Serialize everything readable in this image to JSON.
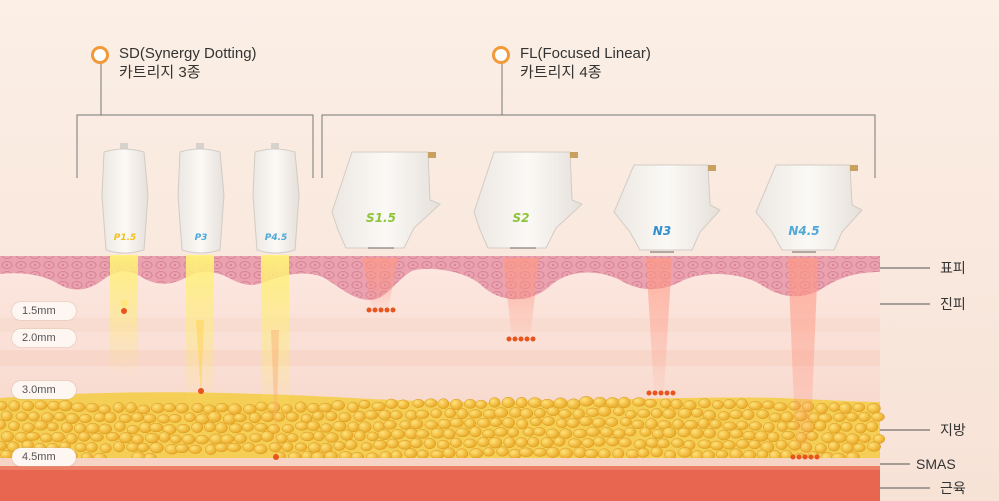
{
  "headers": [
    {
      "title": "SD(Synergy Dotting)",
      "subtitle": "카트리지 3종"
    },
    {
      "title": "FL(Focused Linear)",
      "subtitle": "카트리지 4종"
    }
  ],
  "sd_cartridges": [
    {
      "label": "P1.5",
      "color": "#f2c21a"
    },
    {
      "label": "P3",
      "color": "#4fa8d8"
    },
    {
      "label": "P4.5",
      "color": "#4fa8d8"
    }
  ],
  "fl_cartridges": [
    {
      "label": "S1.5",
      "color": "#8fc43a"
    },
    {
      "label": "S2",
      "color": "#8fc43a"
    },
    {
      "label": "N3",
      "color": "#2f8fd0"
    },
    {
      "label": "N4.5",
      "color": "#4fa8d8"
    }
  ],
  "depths": [
    "1.5mm",
    "2.0mm",
    "3.0mm",
    "4.5mm"
  ],
  "layers": [
    "표피",
    "진피",
    "지방",
    "SMAS",
    "근육"
  ],
  "colors": {
    "accent": "#f29a3a",
    "dot": "#e8541e",
    "epidermis": "#e8a1ae",
    "muscle": "#e8654f",
    "fat": "#f2c53a"
  }
}
